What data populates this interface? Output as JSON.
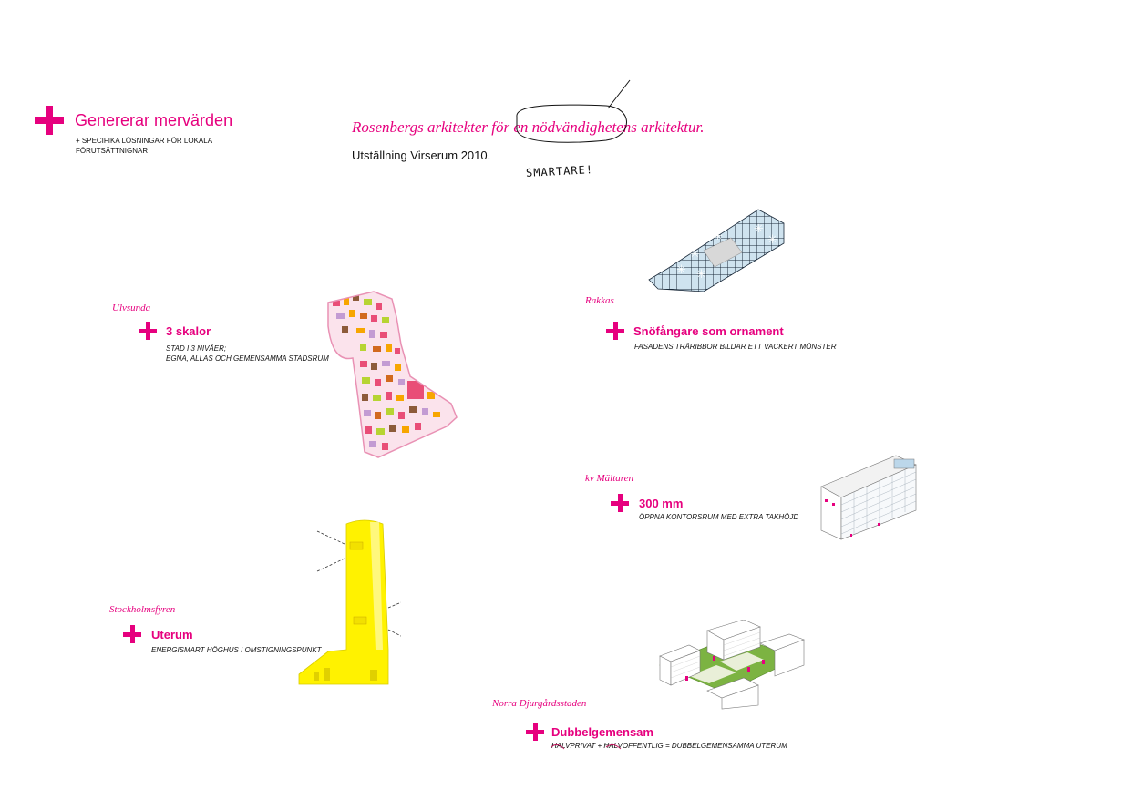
{
  "header": {
    "title": "Genererar mervärden",
    "subtitle_line1": "+ SPECIFIKA LÖSNINGAR FÖR LOKALA",
    "subtitle_line2": "FÖRUTSÄTTNIGNAR"
  },
  "headline": {
    "text": "Rosenbergs arkitekter för en nödvändighetens arkitektur.",
    "exhibition": "Utställning Virserum 2010.",
    "handwritten_note": "SMARTARE!"
  },
  "projects": [
    {
      "place": "Ulvsunda",
      "title": "3 skalor",
      "desc_line1": "STAD I 3 NIVÅER;",
      "desc_line2": "EGNA, ALLAS OCH GEMENSAMMA STADSRUM"
    },
    {
      "place": "Rakkas",
      "title": "Snöfångare som ornament",
      "desc_line1": "FASADENS TRÄRIBBOR BILDAR ETT VACKERT MÖNSTER"
    },
    {
      "place": "kv Mältaren",
      "title": "300 mm",
      "desc_line1": "ÖPPNA KONTORSRUM MED EXTRA TAKHÖJD"
    },
    {
      "place": "Stockholmsfyren",
      "title": "Uterum",
      "desc_line1": "ENERGISMART HÖGHUS I OMSTIGNINGSPUNKT"
    },
    {
      "place": "Norra Djurgårdsstaden",
      "title": "Dubbelgemensam",
      "desc_line1": "HALVPRIVAT + HALVOFFENTLIG = DUBBELGEMENSAMMA UTERUM"
    }
  ],
  "colors": {
    "accent": "#e6007e",
    "tower": "#fff200",
    "grass": "#7cb342"
  }
}
